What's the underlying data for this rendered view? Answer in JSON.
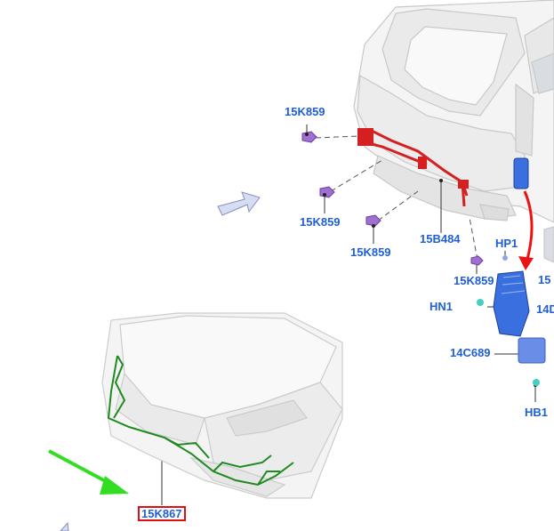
{
  "labels": {
    "k859_top": "15K859",
    "k859_mid": "15K859",
    "k859_low": "15K859",
    "b484": "15B484",
    "hp1": "HP1",
    "k859_right": "15K859",
    "hn1": "HN1",
    "c14d": "14D",
    "c689": "14C689",
    "hb1": "HB1",
    "k867": "15K867",
    "edge_15": "15"
  },
  "colors": {
    "label_blue": "#1f5fd6",
    "harness_red": "#d42020",
    "harness_green": "#1f8a1f",
    "module_blue": "#3a6fe0",
    "sensor_purple": "#a070d0",
    "pointer_green": "#33dd22",
    "arrow_red": "#ee1111",
    "highlight_box": "#e01010"
  },
  "icons": {
    "view_arrow": "view-direction-arrow-icon",
    "green_pointer": "green-pointer-arrow-icon",
    "red_routing": "red-routing-arrow-icon"
  }
}
